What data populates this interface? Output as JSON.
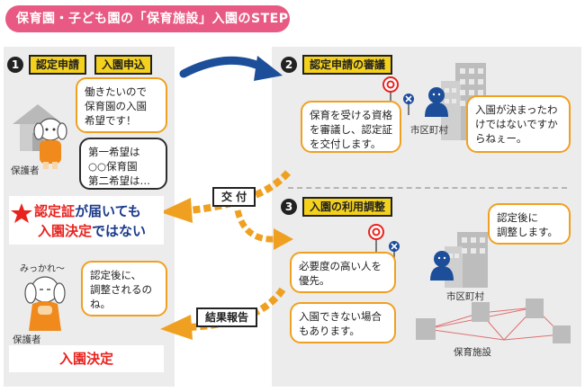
{
  "title": "保育園・子ども園の「保育施設」入園のSTEP",
  "step1": {
    "number": "1",
    "tag_a": "認定申請",
    "tag_b": "入園申込",
    "bubble_top": "働きたいので\n保育園の入園\n希望です！",
    "bubble_list": "第一希望は\n○○保育園\n第二希望は…",
    "guardian_label": "保護者"
  },
  "step2": {
    "number": "2",
    "tag": "認定申請の審議",
    "bubble_left": "保育を受ける資格\nを審議し、認定証\nを交付します。",
    "bubble_right": "入園が決まったわ\nけではないですか\nらねぇー。",
    "city_label": "市区町村"
  },
  "step3": {
    "number": "3",
    "tag": "入園の利用調整",
    "bubble_top": "認定後に\n調整します。",
    "bubble_priority": "必要度の高い人を\n優先。",
    "bubble_cannot": "入園できない場合\nもあります。",
    "city_label": "市区町村",
    "facility_label": "保育施設"
  },
  "arrows": {
    "issue_label": "交 付",
    "result_label": "結果報告"
  },
  "warning": {
    "part1": "認定証",
    "part2": "が届いても",
    "part3": "入園決定",
    "part4": "ではない"
  },
  "bottom_left": {
    "sigh_text": "みっかれ〜",
    "bubble": "認定後に、\n調整されるの\nね。",
    "guardian_label": "保護者",
    "decision": "入園決定"
  },
  "colors": {
    "title_bg": "#e85a83",
    "tag_bg": "#f4d11d",
    "orange": "#f0a020",
    "blue_arrow": "#1d4e9a",
    "red": "#e8231f"
  }
}
